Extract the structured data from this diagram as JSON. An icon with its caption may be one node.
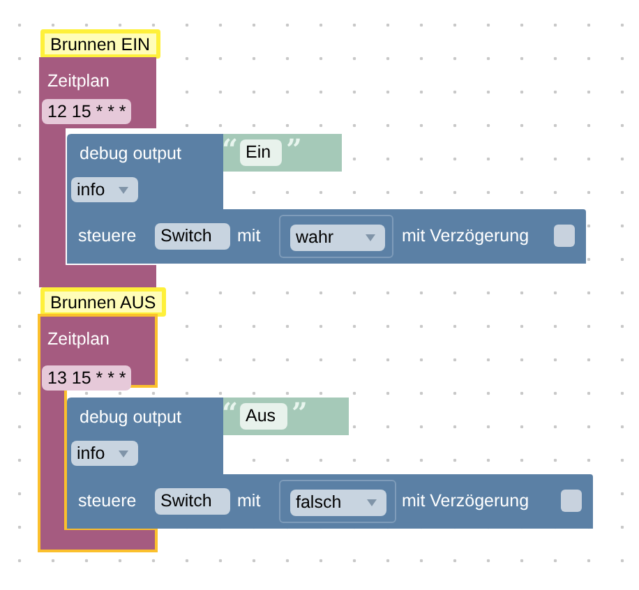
{
  "diagram": {
    "nodes": [
      {
        "text": [
          "Brunnen EIN"
        ]
      },
      {
        "text": [
          "Zeitplan"
        ]
      },
      {
        "text": [
          "12 15 * * *"
        ],
        "in": 1
      },
      {
        "text": [
          "debug output"
        ]
      },
      {
        "text": [
          "“",
          "”"
        ]
      },
      {
        "text": [
          "Ein"
        ],
        "in": 4
      },
      {
        "text": [
          "info"
        ],
        "in": 3
      },
      {
        "text": [
          "steuere",
          "mit",
          "mit Verzögerung"
        ]
      },
      {
        "text": [
          "Switch"
        ],
        "in": 7
      },
      {
        "text": [],
        "shape": "box",
        "in": 7
      },
      {
        "text": [
          "wahr"
        ],
        "in": 9
      },
      {
        "text": [],
        "shape": "box",
        "in": 7
      },
      {
        "text": [
          "Brunnen AUS"
        ]
      },
      {
        "text": [
          "Zeitplan"
        ]
      },
      {
        "text": [
          "13 15 * * *"
        ],
        "in": 13
      },
      {
        "text": [
          "debug output"
        ]
      },
      {
        "text": [
          "“",
          "”"
        ]
      },
      {
        "text": [
          "Aus"
        ],
        "in": 16
      },
      {
        "text": [
          "info"
        ],
        "in": 15
      },
      {
        "text": [
          "steuere",
          "mit",
          "mit Verzögerung"
        ]
      },
      {
        "text": [
          "Switch"
        ],
        "in": 19
      },
      {
        "text": [],
        "shape": "box",
        "in": 19
      },
      {
        "text": [
          "falsch"
        ],
        "in": 21
      },
      {
        "text": [],
        "shape": "box",
        "in": 19
      }
    ]
  }
}
